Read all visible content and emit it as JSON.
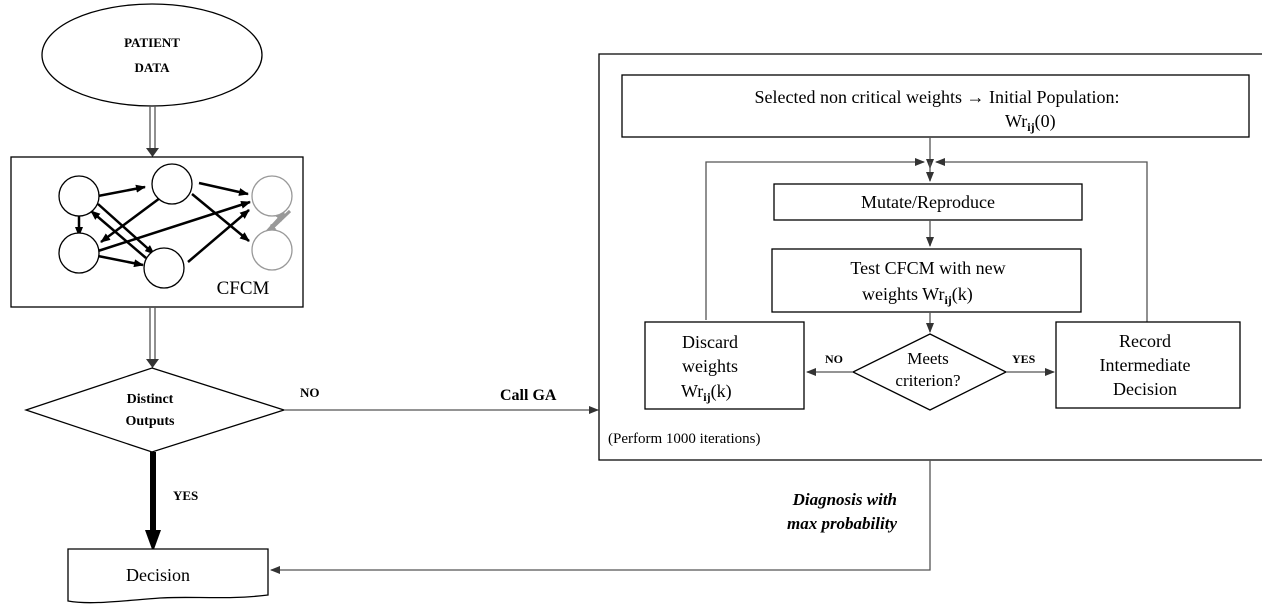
{
  "patient_data": {
    "line1": "PATIENT",
    "line2": "DATA"
  },
  "cfcm_label": "CFCM",
  "distinct_outputs": {
    "line1": "Distinct",
    "line2": "Outputs"
  },
  "no_label": "NO",
  "yes_label": "YES",
  "call_ga": "Call GA",
  "decision": "Decision",
  "diagnosis": {
    "line1": "Diagnosis with",
    "line2": "max probability"
  },
  "ga": {
    "initial_pop": {
      "line1": "Selected non critical weights → Initial Population:",
      "line2_base": "Wr",
      "line2_sub": "ij",
      "line2_tail": "(0)"
    },
    "mutate": "Mutate/Reproduce",
    "test": {
      "line1": "Test CFCM with new",
      "line2_pre": "weights ",
      "line2_base": "Wr",
      "line2_sub": "ij",
      "line2_tail": "(k)"
    },
    "discard": {
      "line1": "Discard",
      "line2": "weights",
      "line3_base": "Wr",
      "line3_sub": "ij",
      "line3_tail": "(k)"
    },
    "meets": {
      "line1": "Meets",
      "line2": "criterion?"
    },
    "record": {
      "line1": "Record",
      "line2": "Intermediate",
      "line3": "Decision"
    },
    "no_label": "NO",
    "yes_label": "YES",
    "iterations": "(Perform 1000 iterations)"
  }
}
